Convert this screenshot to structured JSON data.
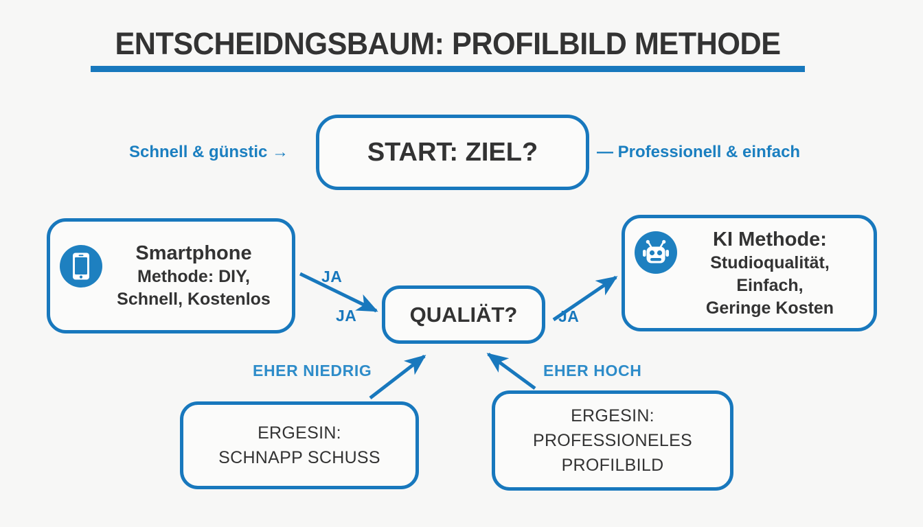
{
  "page": {
    "title": "ENTSCHEIDNGSBAUM: PROFILBILD METHODE",
    "background_color": "#f7f7f6",
    "accent_color": "#1878bd",
    "text_color": "#333333"
  },
  "nodes": {
    "start": {
      "label": "START: ZIEL?"
    },
    "smartphone": {
      "icon": "smartphone-icon",
      "head": "Smartphone",
      "sub_line1": "Methode: DIY,",
      "sub_line2": "Schnell, Kostenlos"
    },
    "ki": {
      "icon": "robot-icon",
      "head": "KI Methode:",
      "sub_line1": "Studioqualität, Einfach,",
      "sub_line2": "Geringe Kosten"
    },
    "quality": {
      "label": "QUALIÄT?"
    },
    "result_left": {
      "line1": "ERGESIN:",
      "line2": "SCHNAPP SCHUSS"
    },
    "result_right": {
      "line1": "ERGESIN:",
      "line2": "PROFESSIONELES",
      "line3": "PROFILBILD"
    }
  },
  "edge_labels": {
    "left_branch": "Schnell & günstic →",
    "right_branch": "— Professionell & einfach",
    "ja_1": "JA",
    "ja_2": "JA",
    "ja_3": "JA",
    "eher_niedrig": "EHER NIEDRIG",
    "eher_hoch": "EHER HOCH"
  }
}
